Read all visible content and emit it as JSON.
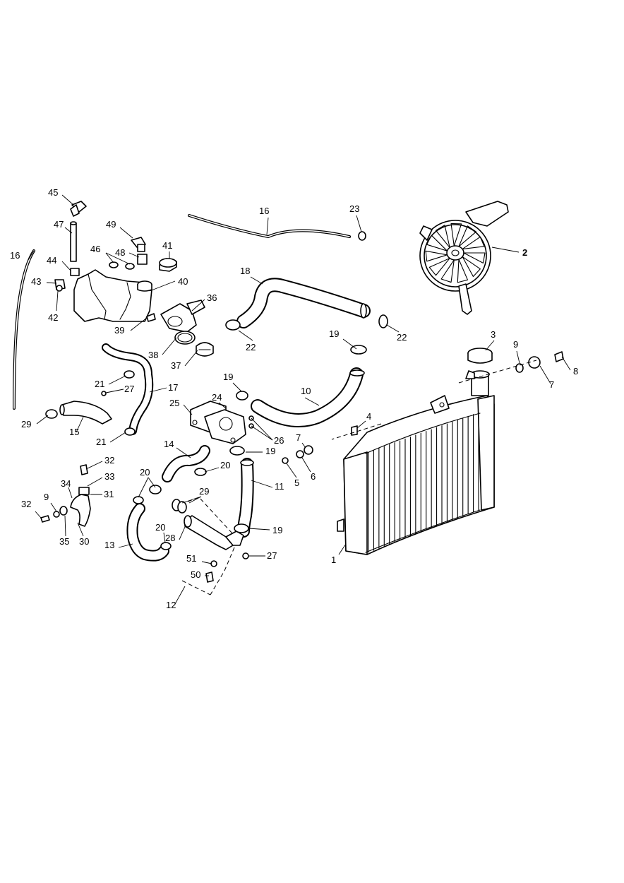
{
  "callouts": {
    "c45": "45",
    "c47": "47",
    "c49": "49",
    "c46": "46",
    "c48": "48",
    "c41": "41",
    "c44": "44",
    "c43": "43",
    "c42": "42",
    "c40": "40",
    "c16a": "16",
    "c16b": "16",
    "c23": "23",
    "c2": "2",
    "c18": "18",
    "c36": "36",
    "c39": "39",
    "c38": "38",
    "c37": "37",
    "c22a": "22",
    "c22b": "22",
    "c19a": "19",
    "c3": "3",
    "c9a": "9",
    "c8": "8",
    "c7a": "7",
    "c21a": "21",
    "c27a": "27",
    "c17": "17",
    "c19b": "19",
    "c24": "24",
    "c10": "10",
    "c25": "25",
    "c29a": "29",
    "c15": "15",
    "c21b": "21",
    "c26": "26",
    "c4": "4",
    "c7b": "7",
    "c14": "14",
    "c19c": "19",
    "c5": "5",
    "c6": "6",
    "c20a": "20",
    "c20b": "20",
    "c32a": "32",
    "c33": "33",
    "c34": "34",
    "c31": "31",
    "c29b": "29",
    "c11": "11",
    "c32b": "32",
    "c9b": "9",
    "c35": "35",
    "c30": "30",
    "c20c": "20",
    "c28": "28",
    "c19d": "19",
    "c13": "13",
    "c27b": "27",
    "c51": "51",
    "c50": "50",
    "c1": "1",
    "c12": "12"
  },
  "colors": {
    "line": "#000000",
    "paper": "#ffffff"
  }
}
